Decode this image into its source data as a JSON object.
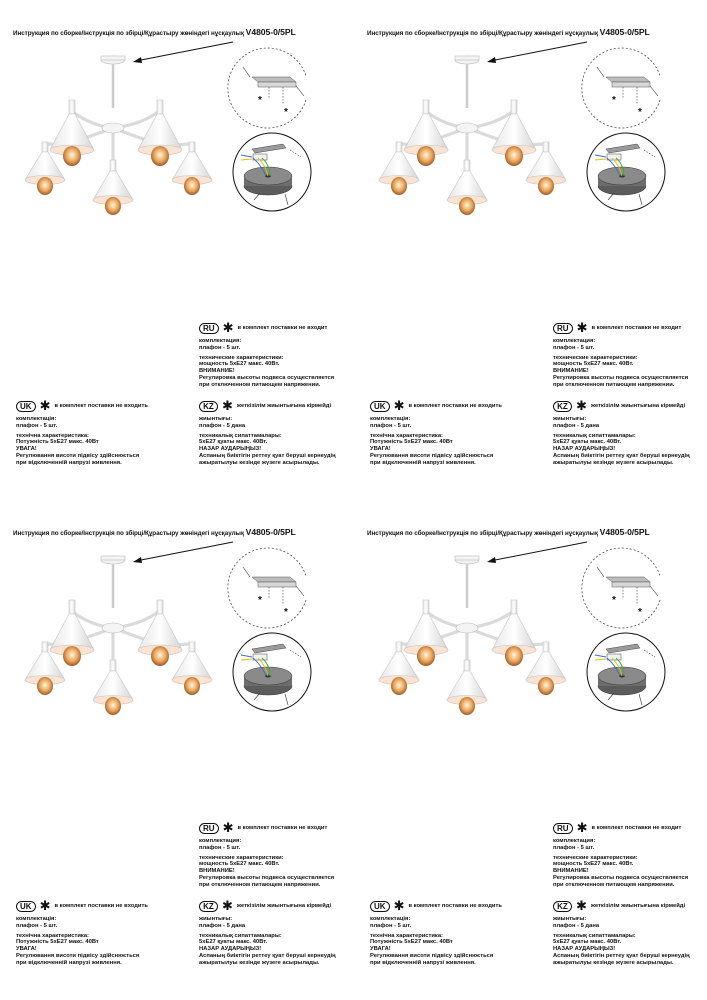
{
  "document": {
    "title_prefix": "Инструкция по сборке/Інструкція по збірці/Құрастыру жөніндегі нұсқаулық ",
    "model": "V4805-0/5PL",
    "ru": {
      "code": "RU",
      "not_included": "в комплект поставки не входит",
      "kit_lines": [
        "комплектация:",
        "плафон - 5 шт."
      ],
      "spec_lines": [
        "технические характеристики:",
        "мощность 5xE27 макс. 40Вт.",
        "ВНИМАНИЕ!",
        "Регулировка высоты подвеса осуществляется",
        "при отключенном питающем напряжении."
      ]
    },
    "uk": {
      "code": "UK",
      "not_included": "в комплект поставки не входить",
      "kit_lines": [
        "комплектація:",
        "плафон - 5 шт."
      ],
      "spec_lines": [
        "технічна характеристика:",
        "Потужність 5xE27 макс. 40Вт",
        "УВАГА!",
        "Регулювання висоти підвісу здійснюється",
        "при відключенній напрузі живлення."
      ]
    },
    "kz": {
      "code": "KZ",
      "not_included": "жеткізілім жиынтығына кірмейді",
      "kit_lines": [
        "жиынтығы:",
        "плафон - 5 дана"
      ],
      "spec_lines": [
        "техникалық сипаттамалары:",
        "5xE27 қуаты макс. 40Вт.",
        "НАЗАР АУДАРЫҢЫЗ!",
        "Аспаның биіктігін реттеу қуат беруші кернеудің",
        "ажыратылуы кезінде жүзеге асырылады."
      ]
    },
    "icons": {
      "ceiling_mount": "ceiling-mount-diagram-icon",
      "wiring": "wiring-diagram-icon",
      "lamp": "chandelier-illustration-icon"
    }
  }
}
